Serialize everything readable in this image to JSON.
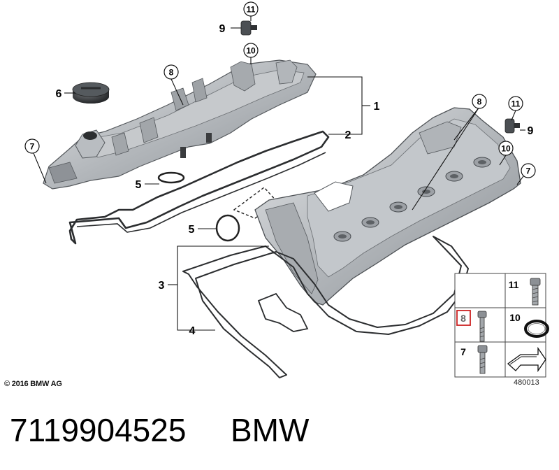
{
  "callouts": {
    "c1": "1",
    "c2": "2",
    "c3": "3",
    "c4": "4",
    "c5a": "5",
    "c5b": "5",
    "c6": "6",
    "c7a": "7",
    "c7b": "7",
    "c8a": "8",
    "c8b": "8",
    "c9a": "9",
    "c9b": "9",
    "c10a": "10",
    "c10b": "10",
    "c11a": "11",
    "c11b": "11"
  },
  "legend": {
    "item11": "11",
    "item8": "8",
    "item10": "10",
    "item7": "7"
  },
  "footer": {
    "copyright": "© 2016 BMW AG",
    "reference": "480013"
  },
  "caption": {
    "part_number": "7119904525",
    "brand": "BMW"
  },
  "colors": {
    "highlight": "#cc2222",
    "metal_light": "#d6d8da",
    "metal_mid": "#a9adb1",
    "metal_dark": "#7d8287"
  }
}
